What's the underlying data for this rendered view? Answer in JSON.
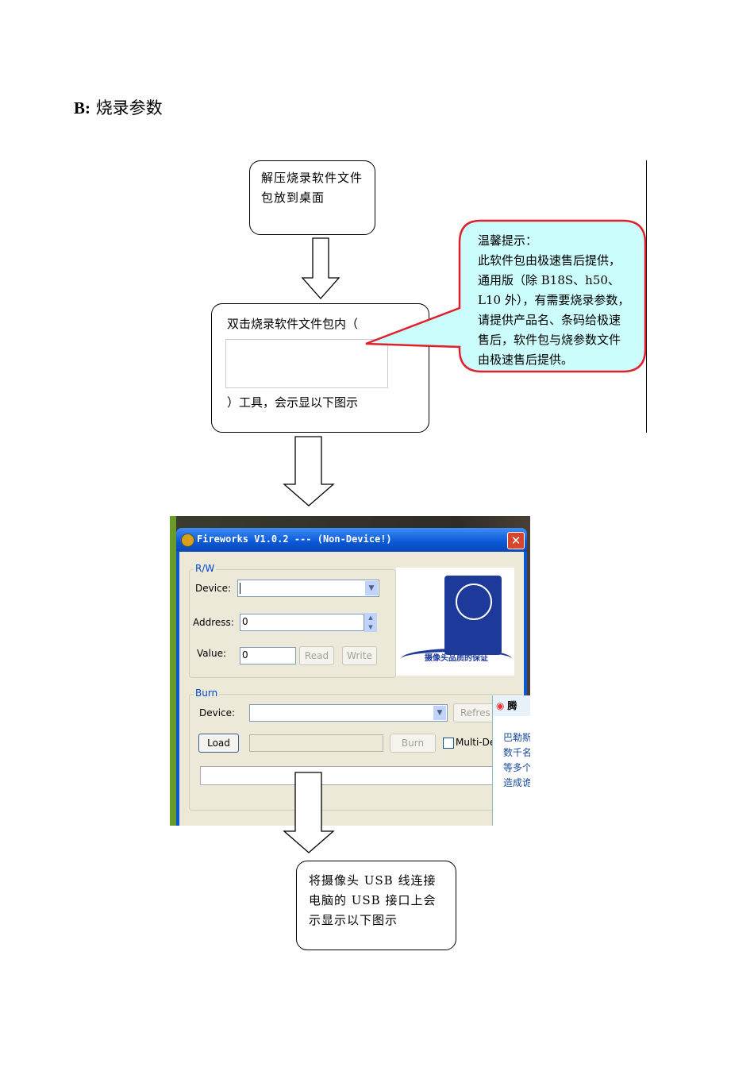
{
  "heading": {
    "prefix": "B:",
    "title": "烧录参数"
  },
  "flow": {
    "step1": "解压烧录软件文件包放到桌面",
    "step2_before": "双击烧录软件文件包内（",
    "step2_after": "）工具，会示显以下图示",
    "step3": "将摄像头 USB 线连接电脑的 USB 接口上会示显示以下图示"
  },
  "callout": {
    "lines": [
      "温馨提示：",
      "此软件包由极速售后提供，",
      "通用版（除 B18S、h50、",
      "L10 外），有需要烧录参数，",
      "请提供产品名、条码给极速",
      "售后，软件包与烧参数文件",
      "由极速售后提供。"
    ]
  },
  "app": {
    "title": "Fireworks V1.0.2 --- (Non-Device!)",
    "close": "✕",
    "rw": {
      "group": "R/W",
      "device_label": "Device:",
      "device_value": "",
      "address_label": "Address:",
      "address_value": "0",
      "value_label": "Value:",
      "value_value": "0",
      "read": "Read",
      "write": "Write"
    },
    "logo_caption": "摄像头品质的保证",
    "burn": {
      "group": "Burn",
      "device_label": "Device:",
      "device_value": "",
      "refresh": "Refres",
      "load": "Load",
      "file_value": "",
      "burn": "Burn",
      "multi": "Multi-De"
    },
    "popup": {
      "title": "腾",
      "lines": [
        "巴勒斯",
        "数千名",
        "等多个",
        "造成诡"
      ]
    }
  }
}
